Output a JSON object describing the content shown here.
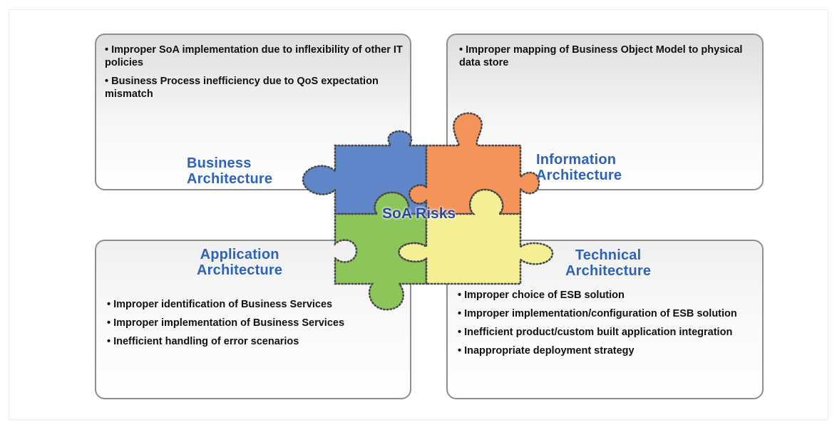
{
  "diagram": {
    "center_title": "SoA Risks",
    "quadrants": {
      "business": {
        "label_line1": "Business",
        "label_line2": "Architecture",
        "points": [
          "• Improper SoA implementation due to inflexibility of other IT policies",
          "• Business Process inefficiency due to QoS expectation mismatch"
        ]
      },
      "information": {
        "label_line1": "Information",
        "label_line2": "Architecture",
        "points": [
          "• Improper mapping of Business Object Model to physical data store"
        ]
      },
      "application": {
        "label_line1": "Application",
        "label_line2": "Architecture",
        "points": [
          "• Improper identification of Business Services",
          "• Improper implementation of Business Services",
          "• Inefficient handling of error scenarios"
        ]
      },
      "technical": {
        "label_line1": "Technical",
        "label_line2": "Architecture",
        "points": [
          "• Improper choice of ESB solution",
          "• Improper implementation/configuration of ESB solution",
          "• Inefficient product/custom built application integration",
          "• Inappropriate deployment strategy"
        ]
      }
    },
    "colors": {
      "blue_piece": "#5f86c9",
      "orange_piece": "#f4945a",
      "green_piece": "#8cc55a",
      "yellow_piece": "#f3ef92",
      "label_text": "#2d63b8"
    }
  }
}
